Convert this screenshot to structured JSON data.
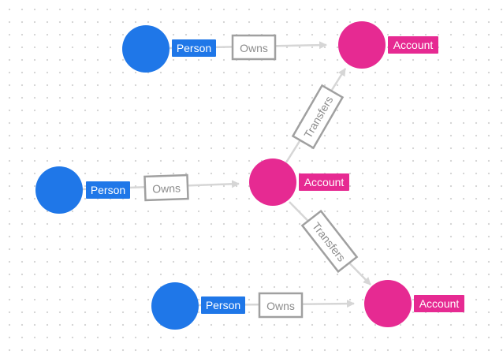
{
  "colors": {
    "person": "#1f77e8",
    "account": "#e62a92",
    "edge": "#d6d6d6",
    "edge_label_border": "#a0a0a0",
    "edge_label_text": "#8c8c8c"
  },
  "nodes": [
    {
      "id": "person1",
      "label": "Person",
      "type": "person"
    },
    {
      "id": "person2",
      "label": "Person",
      "type": "person"
    },
    {
      "id": "person3",
      "label": "Person",
      "type": "person"
    },
    {
      "id": "account1",
      "label": "Account",
      "type": "account"
    },
    {
      "id": "account2",
      "label": "Account",
      "type": "account"
    },
    {
      "id": "account3",
      "label": "Account",
      "type": "account"
    }
  ],
  "edges": [
    {
      "from": "person1",
      "to": "account1",
      "label": "Owns"
    },
    {
      "from": "person2",
      "to": "account2",
      "label": "Owns"
    },
    {
      "from": "person3",
      "to": "account3",
      "label": "Owns"
    },
    {
      "from": "account2",
      "to": "account1",
      "label": "Transfers"
    },
    {
      "from": "account2",
      "to": "account3",
      "label": "Transfers"
    }
  ]
}
